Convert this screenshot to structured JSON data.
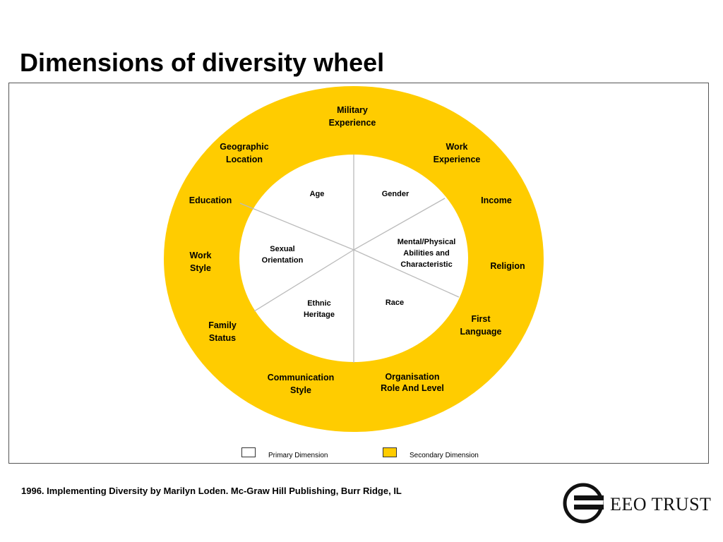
{
  "title": "Dimensions of diversity wheel",
  "colors": {
    "secondary_ring": "#FFCC00",
    "primary_fill": "#FFFFFF",
    "divider": "#BBBBBB",
    "frame_border": "#555555"
  },
  "wheel": {
    "secondary_dimensions": [
      {
        "id": "military-experience",
        "lines": [
          "Military",
          "Experience"
        ]
      },
      {
        "id": "work-experience",
        "lines": [
          "Work",
          "Experience"
        ]
      },
      {
        "id": "income",
        "lines": [
          "Income"
        ]
      },
      {
        "id": "religion",
        "lines": [
          "Religion"
        ]
      },
      {
        "id": "first-language",
        "lines": [
          "First",
          "Language"
        ]
      },
      {
        "id": "organisation-role",
        "lines": [
          "Organisation",
          "Role And Level"
        ]
      },
      {
        "id": "communication-style",
        "lines": [
          "Communication",
          "Style"
        ]
      },
      {
        "id": "family-status",
        "lines": [
          "Family",
          "Status"
        ]
      },
      {
        "id": "work-style",
        "lines": [
          "Work",
          "Style"
        ]
      },
      {
        "id": "education",
        "lines": [
          "Education"
        ]
      },
      {
        "id": "geographic-location",
        "lines": [
          "Geographic",
          "Location"
        ]
      }
    ],
    "primary_dimensions": [
      {
        "id": "age",
        "lines": [
          "Age"
        ]
      },
      {
        "id": "gender",
        "lines": [
          "Gender"
        ]
      },
      {
        "id": "mental-physical",
        "lines": [
          "Mental/Physical",
          "Abilities and",
          "Characteristic"
        ]
      },
      {
        "id": "race",
        "lines": [
          "Race"
        ]
      },
      {
        "id": "ethnic-heritage",
        "lines": [
          "Ethnic",
          "Heritage"
        ]
      },
      {
        "id": "sexual-orientation",
        "lines": [
          "Sexual",
          "Orientation"
        ]
      }
    ]
  },
  "legend": {
    "primary_label": "Primary Dimension",
    "secondary_label": "Secondary Dimension"
  },
  "citation": "1996. Implementing Diversity by Marilyn Loden. Mc-Graw Hill Publishing, Burr Ridge, IL",
  "logo": {
    "text": "EEO TRUST",
    "icon": "eeo-trust-e-logo-icon"
  }
}
